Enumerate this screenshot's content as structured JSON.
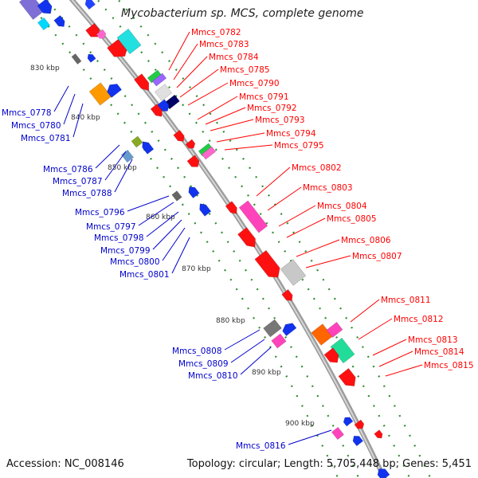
{
  "title": "Mycobacterium sp. MCS, complete genome",
  "footer": {
    "accession": "Accession: NC_008146",
    "summary": "Topology: circular; Length: 5,705,448 bp; Genes: 5,451"
  },
  "colors": {
    "backbone": "#a0a0a0",
    "forward_label": "#ff0000",
    "reverse_label": "#0000cc",
    "kbp_label": "#333333",
    "track_dots": "#2f8f2f"
  },
  "kbp_labels": [
    "830 kbp",
    "840 kbp",
    "850 kbp",
    "860 kbp",
    "870 kbp",
    "880 kbp",
    "890 kbp",
    "900 kbp"
  ],
  "genes_forward": [
    "Mmcs_0782",
    "Mmcs_0783",
    "Mmcs_0784",
    "Mmcs_0785",
    "Mmcs_0790",
    "Mmcs_0791",
    "Mmcs_0792",
    "Mmcs_0793",
    "Mmcs_0794",
    "Mmcs_0795",
    "Mmcs_0802",
    "Mmcs_0803",
    "Mmcs_0804",
    "Mmcs_0805",
    "Mmcs_0806",
    "Mmcs_0807",
    "Mmcs_0811",
    "Mmcs_0812",
    "Mmcs_0813",
    "Mmcs_0814",
    "Mmcs_0815"
  ],
  "genes_reverse": [
    "Mmcs_0778",
    "Mmcs_0780",
    "Mmcs_0781",
    "Mmcs_0786",
    "Mmcs_0787",
    "Mmcs_0788",
    "Mmcs_0796",
    "Mmcs_0797",
    "Mmcs_0798",
    "Mmcs_0799",
    "Mmcs_0800",
    "Mmcs_0801",
    "Mmcs_0808",
    "Mmcs_0809",
    "Mmcs_0810",
    "Mmcs_0816"
  ]
}
